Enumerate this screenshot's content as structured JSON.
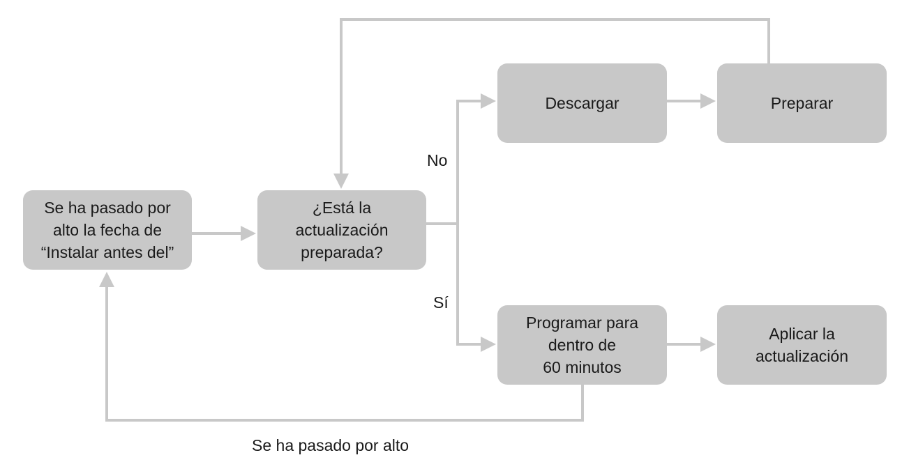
{
  "nodes": {
    "missed_deadline": "Se ha pasado por\nalto la fecha de\n“Instalar antes del”",
    "is_ready": "¿Está la\nactualización\npreparada?",
    "download": "Descargar",
    "prepare": "Preparar",
    "schedule": "Programar para\ndentro de\n60 minutos",
    "apply": "Aplicar la\nactualización"
  },
  "edge_labels": {
    "no": "No",
    "yes": "Sí",
    "missed_loop": "Se ha pasado por alto"
  },
  "colors": {
    "node_fill": "#c8c8c8",
    "connector": "#c8c8c8",
    "text": "#1a1a1a",
    "background": "#ffffff"
  }
}
